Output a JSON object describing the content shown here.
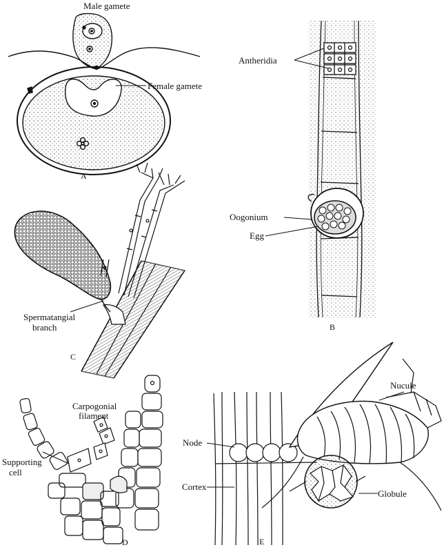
{
  "figure": {
    "panels": {
      "A": {
        "letter": "A",
        "labels": {
          "male_gamete": "Male gamete",
          "female_gamete": "Female gamete"
        }
      },
      "B": {
        "letter": "B",
        "labels": {
          "antheridia": "Antheridia",
          "oogonium": "Oogonium",
          "egg": "Egg"
        }
      },
      "C": {
        "letter": "C",
        "labels": {
          "spermatangial_line1": "Spermatangial",
          "spermatangial_line2": "branch"
        }
      },
      "D": {
        "letter": "D",
        "labels": {
          "carpogonial_line1": "Carpogonial",
          "carpogonial_line2": "filament",
          "supporting_line1": "Supporting",
          "supporting_line2": "cell"
        }
      },
      "E": {
        "letter": "E",
        "labels": {
          "nucule": "Nucule",
          "node": "Node",
          "cortex": "Cortex",
          "globule": "Globule"
        }
      }
    }
  }
}
